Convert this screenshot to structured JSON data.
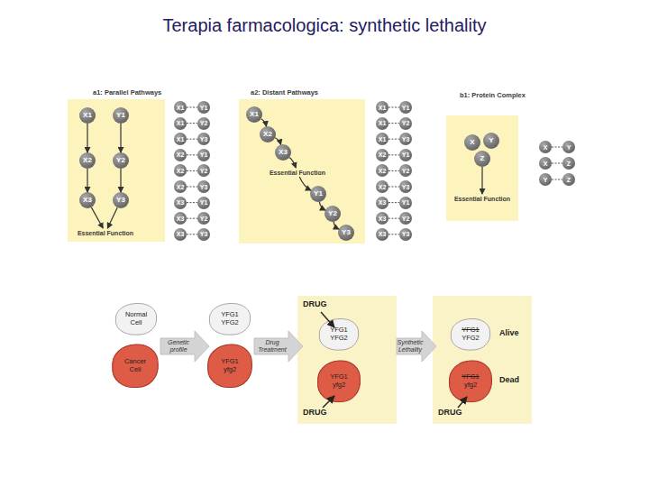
{
  "diagram": {
    "title": "Terapia farmacologica: synthetic lethality",
    "nodes": [
      {
        "text": [
          "a1: Parallel Pathways"
        ]
      },
      {
        "text": [
          "X1"
        ],
        "in": 0
      },
      {
        "text": [
          "Y1"
        ],
        "in": 0
      },
      {
        "text": [
          "X2"
        ],
        "in": 0
      },
      {
        "text": [
          "Y2"
        ],
        "in": 0
      },
      {
        "text": [
          "X3"
        ],
        "in": 0
      },
      {
        "text": [
          "Y3"
        ],
        "in": 0
      },
      {
        "text": [
          "Essential Function"
        ],
        "in": 0
      },
      {
        "text": [
          "X1"
        ]
      },
      {
        "text": [
          "Y1"
        ]
      },
      {
        "text": [
          "X1"
        ]
      },
      {
        "text": [
          "Y2"
        ]
      },
      {
        "text": [
          "X1"
        ]
      },
      {
        "text": [
          "Y3"
        ]
      },
      {
        "text": [
          "X2"
        ]
      },
      {
        "text": [
          "Y1"
        ]
      },
      {
        "text": [
          "X2"
        ]
      },
      {
        "text": [
          "Y2"
        ]
      },
      {
        "text": [
          "X2"
        ]
      },
      {
        "text": [
          "Y3"
        ]
      },
      {
        "text": [
          "X3"
        ]
      },
      {
        "text": [
          "Y1"
        ]
      },
      {
        "text": [
          "X3"
        ]
      },
      {
        "text": [
          "Y2"
        ]
      },
      {
        "text": [
          "X3"
        ]
      },
      {
        "text": [
          "Y3"
        ]
      },
      {
        "text": [
          "a2: Distant Pathways"
        ]
      },
      {
        "text": [
          "X1"
        ],
        "in": 26
      },
      {
        "text": [
          "X2"
        ],
        "in": 26
      },
      {
        "text": [
          "X3"
        ],
        "in": 26
      },
      {
        "text": [
          "Essential Function"
        ],
        "in": 26
      },
      {
        "text": [
          "Y1"
        ],
        "in": 26
      },
      {
        "text": [
          "Y2"
        ],
        "in": 26
      },
      {
        "text": [
          "Y3"
        ],
        "in": 26
      },
      {
        "text": [
          "X1"
        ]
      },
      {
        "text": [
          "Y1"
        ]
      },
      {
        "text": [
          "X1"
        ]
      },
      {
        "text": [
          "Y2"
        ]
      },
      {
        "text": [
          "X1"
        ]
      },
      {
        "text": [
          "Y3"
        ]
      },
      {
        "text": [
          "X2"
        ]
      },
      {
        "text": [
          "Y1"
        ]
      },
      {
        "text": [
          "X2"
        ]
      },
      {
        "text": [
          "Y2"
        ]
      },
      {
        "text": [
          "X2"
        ]
      },
      {
        "text": [
          "Y3"
        ]
      },
      {
        "text": [
          "X3"
        ]
      },
      {
        "text": [
          "Y1"
        ]
      },
      {
        "text": [
          "X3"
        ]
      },
      {
        "text": [
          "Y2"
        ]
      },
      {
        "text": [
          "X3"
        ]
      },
      {
        "text": [
          "Y3"
        ]
      },
      {
        "text": [
          "b1: Protein Complex"
        ]
      },
      {
        "text": [
          "X"
        ],
        "in": 52
      },
      {
        "text": [
          "Y"
        ],
        "in": 52
      },
      {
        "text": [
          "Z"
        ],
        "in": 52
      },
      {
        "text": [
          "Essential Function"
        ],
        "in": 52
      },
      {
        "text": [
          "X"
        ]
      },
      {
        "text": [
          "Y"
        ]
      },
      {
        "text": [
          "X"
        ]
      },
      {
        "text": [
          "Z"
        ]
      },
      {
        "text": [
          "Y"
        ]
      },
      {
        "text": [
          "Z"
        ]
      },
      {
        "text": [
          "Normal Cell"
        ]
      },
      {
        "text": [
          "Cancer Cell"
        ]
      },
      {
        "text": [
          "YFG1",
          "YFG2"
        ]
      },
      {
        "text": [
          "YFG1",
          "yfg2"
        ]
      },
      {
        "text": [
          "DRUG",
          "DRUG"
        ]
      },
      {
        "text": [
          "YFG1",
          "YFG2"
        ],
        "in": 67
      },
      {
        "text": [
          "YFG1",
          "yfg2"
        ],
        "in": 67
      },
      {
        "text": [
          "Alive",
          "Dead",
          "DRUG"
        ]
      },
      {
        "text": [
          "YFG1",
          "YFG2"
        ],
        "in": 70
      },
      {
        "text": [
          "YFG1",
          "yfg2"
        ],
        "in": 70
      }
    ],
    "edges": [
      {
        "from": 1,
        "to": 3,
        "arrow": "to"
      },
      {
        "from": 3,
        "to": 5,
        "arrow": "to"
      },
      {
        "from": 2,
        "to": 4,
        "arrow": "to"
      },
      {
        "from": 4,
        "to": 6,
        "arrow": "to"
      },
      {
        "from": 5,
        "to": 7,
        "arrow": "to"
      },
      {
        "from": 6,
        "to": 7,
        "arrow": "to"
      },
      {
        "from": 8,
        "to": 9,
        "arrow": "none"
      },
      {
        "from": 10,
        "to": 11,
        "arrow": "none"
      },
      {
        "from": 12,
        "to": 13,
        "arrow": "none"
      },
      {
        "from": 14,
        "to": 15,
        "arrow": "none"
      },
      {
        "from": 16,
        "to": 17,
        "arrow": "none"
      },
      {
        "from": 18,
        "to": 19,
        "arrow": "none"
      },
      {
        "from": 20,
        "to": 21,
        "arrow": "none"
      },
      {
        "from": 22,
        "to": 23,
        "arrow": "none"
      },
      {
        "from": 24,
        "to": 25,
        "arrow": "none"
      },
      {
        "from": 27,
        "to": 28,
        "arrow": "to"
      },
      {
        "from": 28,
        "to": 29,
        "arrow": "to"
      },
      {
        "from": 29,
        "to": 30,
        "arrow": "to"
      },
      {
        "from": 30,
        "to": 31,
        "arrow": "to"
      },
      {
        "from": 31,
        "to": 32,
        "arrow": "to"
      },
      {
        "from": 32,
        "to": 33,
        "arrow": "to"
      },
      {
        "from": 34,
        "to": 35,
        "arrow": "none"
      },
      {
        "from": 36,
        "to": 37,
        "arrow": "none"
      },
      {
        "from": 38,
        "to": 39,
        "arrow": "none"
      },
      {
        "from": 40,
        "to": 41,
        "arrow": "none"
      },
      {
        "from": 42,
        "to": 43,
        "arrow": "none"
      },
      {
        "from": 44,
        "to": 45,
        "arrow": "none"
      },
      {
        "from": 46,
        "to": 47,
        "arrow": "none"
      },
      {
        "from": 48,
        "to": 49,
        "arrow": "none"
      },
      {
        "from": 50,
        "to": 51,
        "arrow": "none"
      },
      {
        "from": 55,
        "to": 56,
        "arrow": "to"
      },
      {
        "from": 57,
        "to": 58,
        "arrow": "none"
      },
      {
        "from": 59,
        "to": 60,
        "arrow": "none"
      },
      {
        "from": 61,
        "to": 62,
        "arrow": "none"
      }
    ],
    "labels": [
      "Genetic profile",
      "Drug Treatment",
      "Synthetic Lethality"
    ]
  }
}
